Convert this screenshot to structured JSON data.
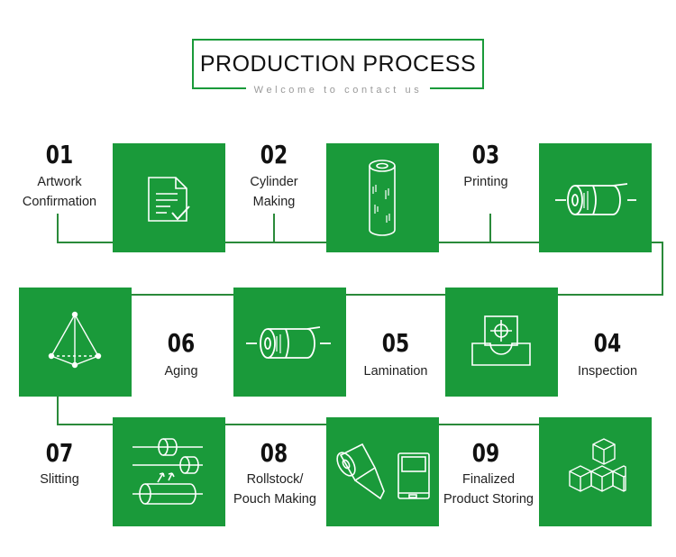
{
  "header": {
    "title": "PRODUCTION PROCESS",
    "subtitle": "Welcome to contact us"
  },
  "colors": {
    "accent": "#1a9a3a",
    "line": "#2a8a3a"
  },
  "steps": [
    {
      "num": "01",
      "label1": "Artwork",
      "label2": "Confirmation",
      "icon": "document-check-icon"
    },
    {
      "num": "02",
      "label1": "Cylinder",
      "label2": "Making",
      "icon": "cylinder-icon"
    },
    {
      "num": "03",
      "label1": "Printing",
      "label2": "",
      "icon": "printing-roller-icon"
    },
    {
      "num": "04",
      "label1": "Inspection",
      "label2": "",
      "icon": "inspection-target-icon"
    },
    {
      "num": "05",
      "label1": "Lamination",
      "label2": "",
      "icon": "lamination-roller-icon"
    },
    {
      "num": "06",
      "label1": "Aging",
      "label2": "",
      "icon": "pyramid-icon"
    },
    {
      "num": "07",
      "label1": "Slitting",
      "label2": "",
      "icon": "slitting-rollers-icon"
    },
    {
      "num": "08",
      "label1": "Rollstock/",
      "label2": "Pouch Making",
      "icon": "roll-and-pouch-icon"
    },
    {
      "num": "09",
      "label1": "Finalized",
      "label2": "Product Storing",
      "icon": "stacked-boxes-icon"
    }
  ]
}
